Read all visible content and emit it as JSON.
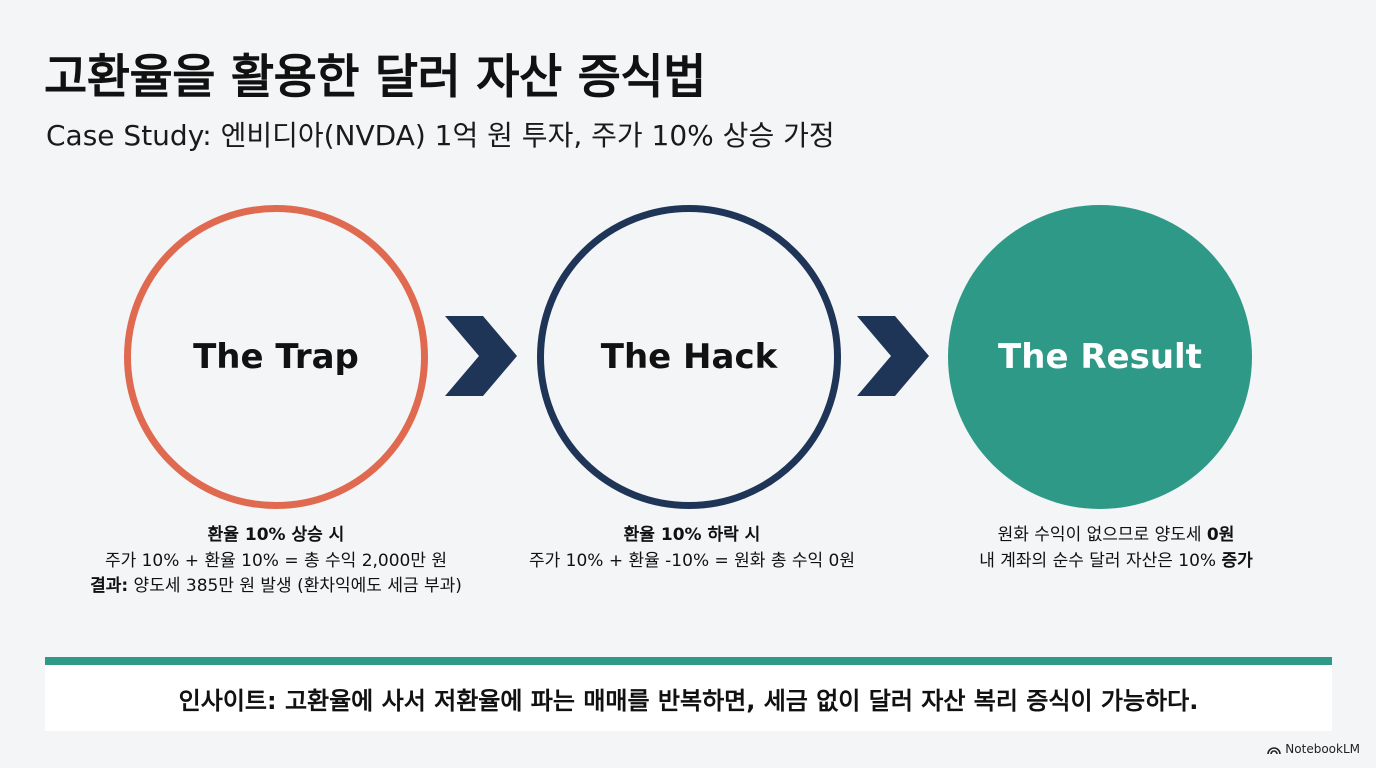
{
  "header": {
    "title": "고환율을 활용한 달러 자산 증식법",
    "subtitle": "Case Study: 엔비디아(NVDA) 1억 원 투자, 주가 10% 상승 가정"
  },
  "stages": [
    {
      "label": "The Trap",
      "color": "#e06a50",
      "heading": "환율 10% 상승 시",
      "line1": "주가 10% + 환율 10% = 총 수익 2,000만 원",
      "line2_bold": "결과:",
      "line2_rest": " 양도세 385만 원 발생 (환차익에도 세금 부과)"
    },
    {
      "label": "The Hack",
      "color": "#1f3557",
      "heading": "환율 10% 하락 시",
      "line1": "주가 10% + 환율 -10% = 원화 총 수익 0원"
    },
    {
      "label": "The Result",
      "color": "#2e9987",
      "line1_pre": "원화 수익이 없으므로 양도세 ",
      "line1_bold": "0원",
      "line2_pre": "내 계좌의 순수 달러 자산은 10% ",
      "line2_bold": "증가"
    }
  ],
  "arrows": {
    "icon": "chevron-right-icon",
    "color": "#1f3557"
  },
  "insight": "인사이트: 고환율에 사서 저환율에 파는 매매를 반복하면, 세금 없이 달러 자산 복리 증식이 가능하다.",
  "brand": {
    "name": "NotebookLM",
    "icon": "notebooklm-logo-icon"
  }
}
